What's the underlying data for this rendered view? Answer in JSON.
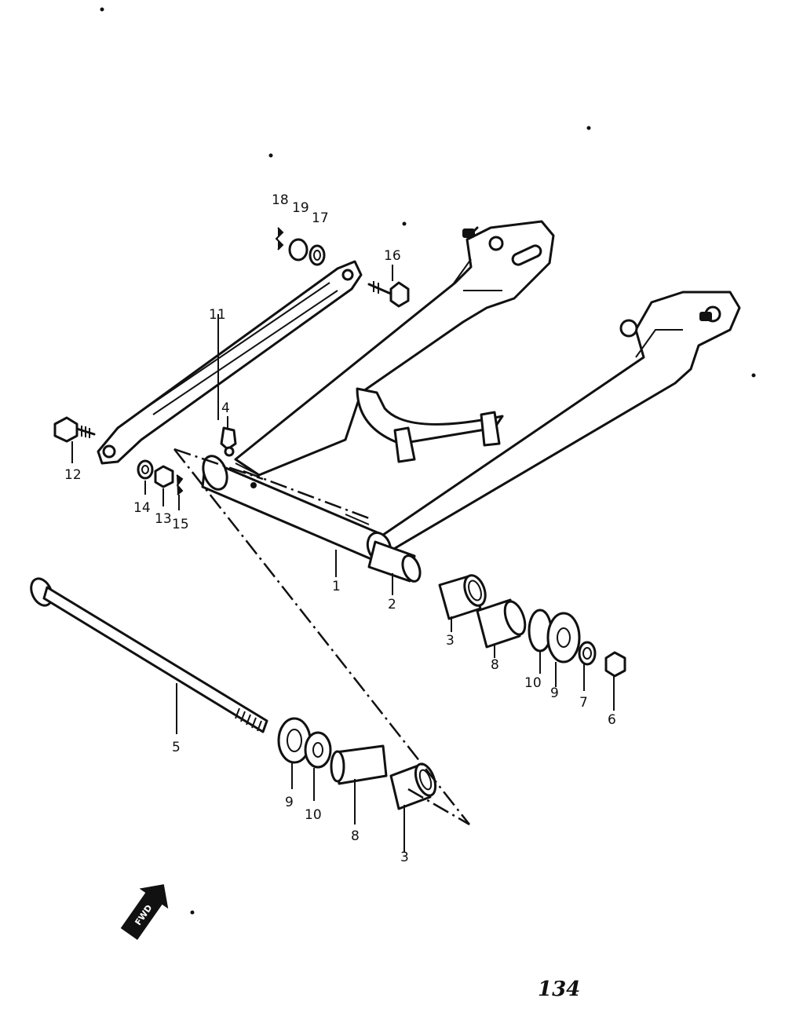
{
  "page_number": "134",
  "fwd_arrow": {
    "label": "FWD"
  },
  "callouts": [
    {
      "id": "c1",
      "text": "1"
    },
    {
      "id": "c2",
      "text": "2"
    },
    {
      "id": "c3a",
      "text": "3"
    },
    {
      "id": "c3b",
      "text": "3"
    },
    {
      "id": "c4",
      "text": "4"
    },
    {
      "id": "c5",
      "text": "5"
    },
    {
      "id": "c6",
      "text": "6"
    },
    {
      "id": "c7",
      "text": "7"
    },
    {
      "id": "c8a",
      "text": "8"
    },
    {
      "id": "c8b",
      "text": "8"
    },
    {
      "id": "c9a",
      "text": "9"
    },
    {
      "id": "c9b",
      "text": "9"
    },
    {
      "id": "c10a",
      "text": "10"
    },
    {
      "id": "c10b",
      "text": "10"
    },
    {
      "id": "c11",
      "text": "11"
    },
    {
      "id": "c12",
      "text": "12"
    },
    {
      "id": "c13",
      "text": "13"
    },
    {
      "id": "c14",
      "text": "14"
    },
    {
      "id": "c15",
      "text": "15"
    },
    {
      "id": "c16",
      "text": "16"
    },
    {
      "id": "c17",
      "text": "17"
    },
    {
      "id": "c18",
      "text": "18"
    },
    {
      "id": "c19",
      "text": "19"
    }
  ]
}
